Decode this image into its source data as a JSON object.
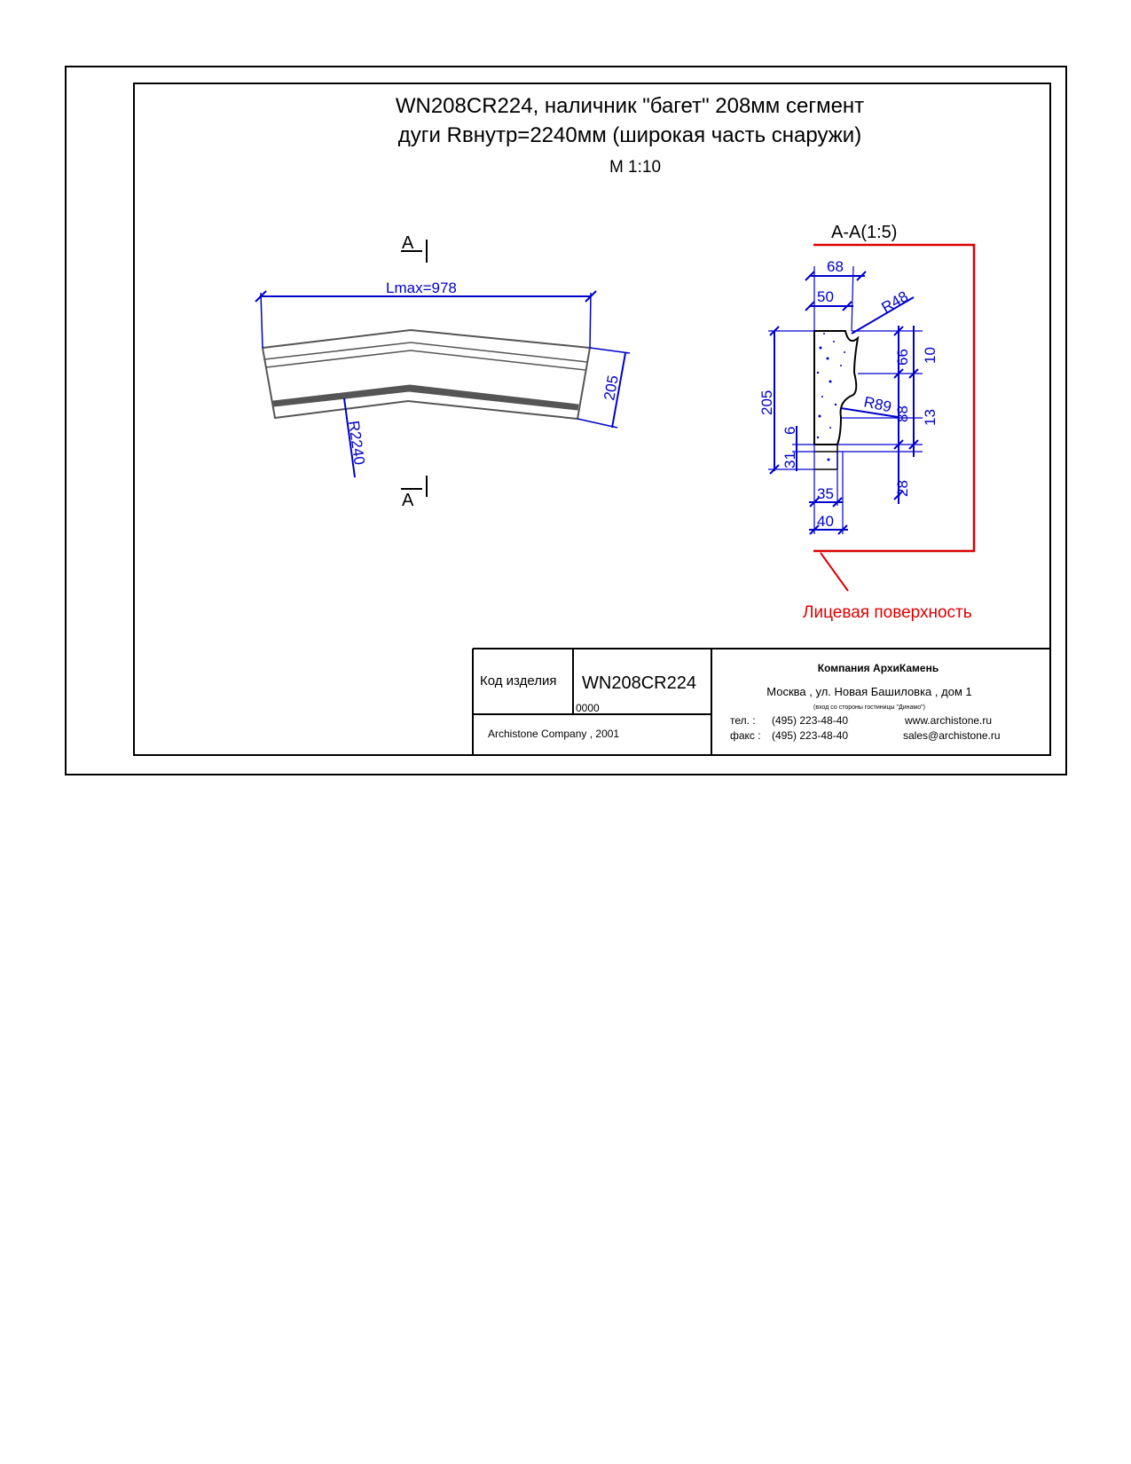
{
  "title": {
    "line1": "WN208CR224, наличник \"багет\" 208мм сегмент",
    "line2": "дуги Rвнутр=2240мм (широкая часть снаружи)",
    "scale": "М 1:10"
  },
  "plan_view": {
    "section_mark_top": "А",
    "section_mark_bottom": "А",
    "lmax_label": "Lmax=978",
    "width_label": "205",
    "radius_label": "R2240"
  },
  "section_view": {
    "title": "А-А(1:5)",
    "dims": {
      "d68": "68",
      "d50": "50",
      "r48": "R48",
      "d10": "10",
      "d66": "66",
      "d205": "205",
      "r89": "R89",
      "d88": "88",
      "d13": "13",
      "d6": "6",
      "d31": "31",
      "d28": "28",
      "d35": "35",
      "d40": "40"
    },
    "face_label": "Лицевая поверхность"
  },
  "title_block": {
    "code_label": "Код изделия",
    "code_value": "WN208CR224",
    "code_number": "0000",
    "copyright": "Archistone  Company ,  2001",
    "company": "Компания  АрхиКамень",
    "address": "Москва , ул. Новая Башиловка , дом 1",
    "address_note": "(вход со стороны гостиницы \"Динамо\")",
    "tel_label": "тел.   :",
    "tel_value": "(495) 223-48-40",
    "fax_label": "факс :",
    "fax_value": "(495) 223-48-40",
    "website": "www.archistone.ru",
    "email": "sales@archistone.ru"
  },
  "colors": {
    "dimension": "#0000cc",
    "face": "#dd0000",
    "line": "#000000"
  }
}
